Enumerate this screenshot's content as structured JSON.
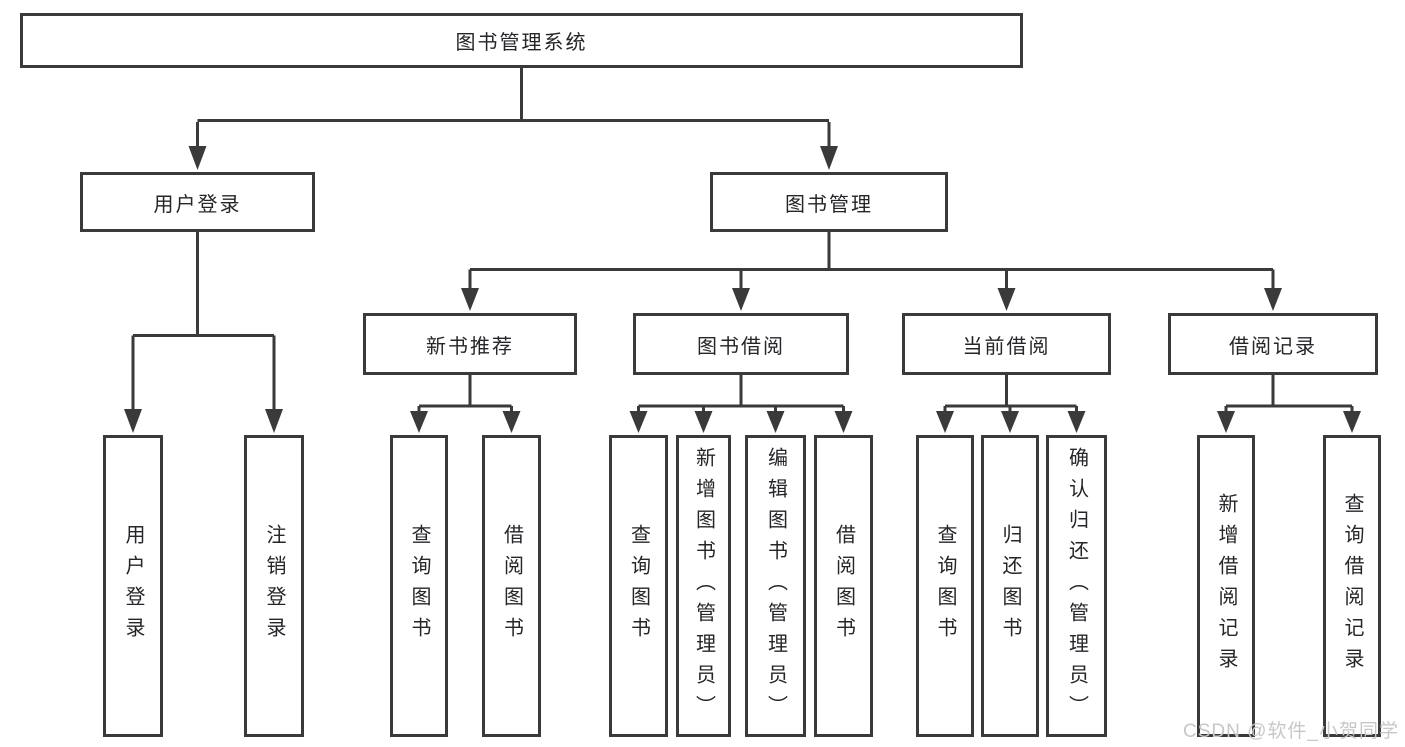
{
  "diagram": {
    "root": {
      "label": "图书管理系统"
    },
    "branches": [
      {
        "label": "用户登录",
        "leaves": [
          {
            "label": "用户登录"
          },
          {
            "label": "注销登录"
          }
        ]
      },
      {
        "label": "图书管理",
        "groups": [
          {
            "label": "新书推荐",
            "leaves": [
              {
                "label": "查询图书"
              },
              {
                "label": "借阅图书"
              }
            ]
          },
          {
            "label": "图书借阅",
            "leaves": [
              {
                "label": "查询图书"
              },
              {
                "label": "新增图书（管理员）"
              },
              {
                "label": "编辑图书（管理员）"
              },
              {
                "label": "借阅图书"
              }
            ]
          },
          {
            "label": "当前借阅",
            "leaves": [
              {
                "label": "查询图书"
              },
              {
                "label": "归还图书"
              },
              {
                "label": "确认归还（管理员）"
              }
            ]
          },
          {
            "label": "借阅记录",
            "leaves": [
              {
                "label": "新增借阅记录"
              },
              {
                "label": "查询借阅记录"
              }
            ]
          }
        ]
      }
    ]
  },
  "watermark": {
    "text": "CSDN @软件_小贺同学"
  },
  "colors": {
    "line": "#3a3a3a",
    "box_border": "#3a3a3a",
    "text": "#26262a",
    "background": "#ffffff",
    "watermark": "#c7c7c7"
  }
}
